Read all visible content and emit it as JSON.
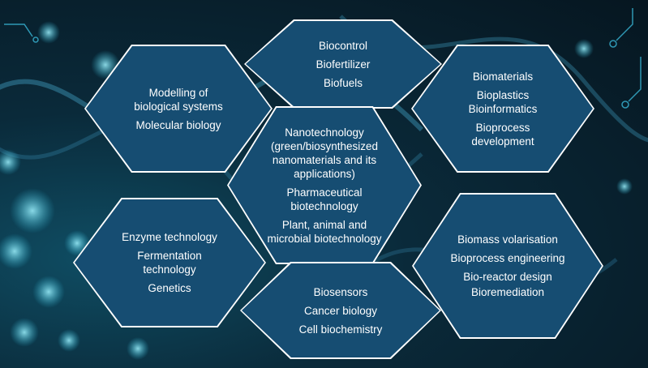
{
  "hexagons": [
    {
      "id": "top-center",
      "items": [
        "Biocontrol",
        "Biofertilizer",
        "Biofuels"
      ]
    },
    {
      "id": "top-left",
      "items": [
        "Modelling of biological systems",
        "Molecular biology"
      ]
    },
    {
      "id": "top-right",
      "items": [
        "Biomaterials",
        "Bioplastics",
        "Bioinformatics",
        "Bioprocess development"
      ]
    },
    {
      "id": "center",
      "items": [
        "Nanotechnology (green/biosynthesized nanomaterials and its applications)",
        "Pharmaceutical biotechnology",
        "Plant, animal and microbial biotechnology"
      ]
    },
    {
      "id": "bottom-left",
      "items": [
        "Enzyme technology",
        "Fermentation technology",
        "Genetics"
      ]
    },
    {
      "id": "bottom-right",
      "items": [
        "Biomass volarisation",
        "Bioprocess engineering",
        "Bio-reactor design",
        "Bioremediation"
      ]
    },
    {
      "id": "bottom-center",
      "items": [
        "Biosensors",
        "Cancer biology",
        "Cell biochemistry"
      ]
    }
  ],
  "colors": {
    "hex_fill": "#164d72",
    "hex_border": "#ffffff",
    "background": "#0a2a3a",
    "text": "#ffffff"
  }
}
